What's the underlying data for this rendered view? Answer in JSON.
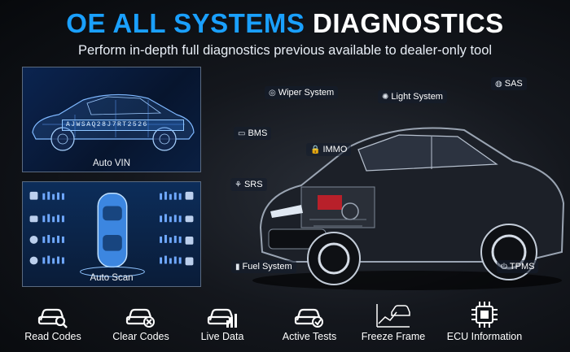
{
  "header": {
    "title_part1": "OE ALL SYSTEMS",
    "title_part2": "DIAGNOSTICS",
    "subtitle": "Perform in-depth full diagnostics previous available to dealer-only tool"
  },
  "panels": {
    "auto_vin": {
      "label": "Auto VIN",
      "vin_text": "AJWSAQ28J7RT2526"
    },
    "auto_scan": {
      "label": "Auto Scan"
    }
  },
  "systems": [
    {
      "label": "Wiper System",
      "icon": "wiper-icon"
    },
    {
      "label": "Light System",
      "icon": "light-icon"
    },
    {
      "label": "SAS",
      "icon": "steering-icon"
    },
    {
      "label": "BMS",
      "icon": "battery-icon"
    },
    {
      "label": "IMMO",
      "icon": "lock-icon"
    },
    {
      "label": "SRS",
      "icon": "airbag-icon"
    },
    {
      "label": "Fuel System",
      "icon": "fuel-icon"
    },
    {
      "label": "TPMS",
      "icon": "tire-icon"
    }
  ],
  "features": [
    {
      "label": "Read Codes",
      "icon": "car-search-icon"
    },
    {
      "label": "Clear Codes",
      "icon": "car-clear-icon"
    },
    {
      "label": "Live Data",
      "icon": "car-chart-icon"
    },
    {
      "label": "Active Tests",
      "icon": "car-wrench-icon"
    },
    {
      "label": "Freeze Frame",
      "icon": "freeze-frame-icon"
    },
    {
      "label": "ECU Information",
      "icon": "chip-icon"
    }
  ],
  "colors": {
    "accent": "#1aa0ff",
    "background": "#0c0f15",
    "panel": "#0a1b33"
  }
}
